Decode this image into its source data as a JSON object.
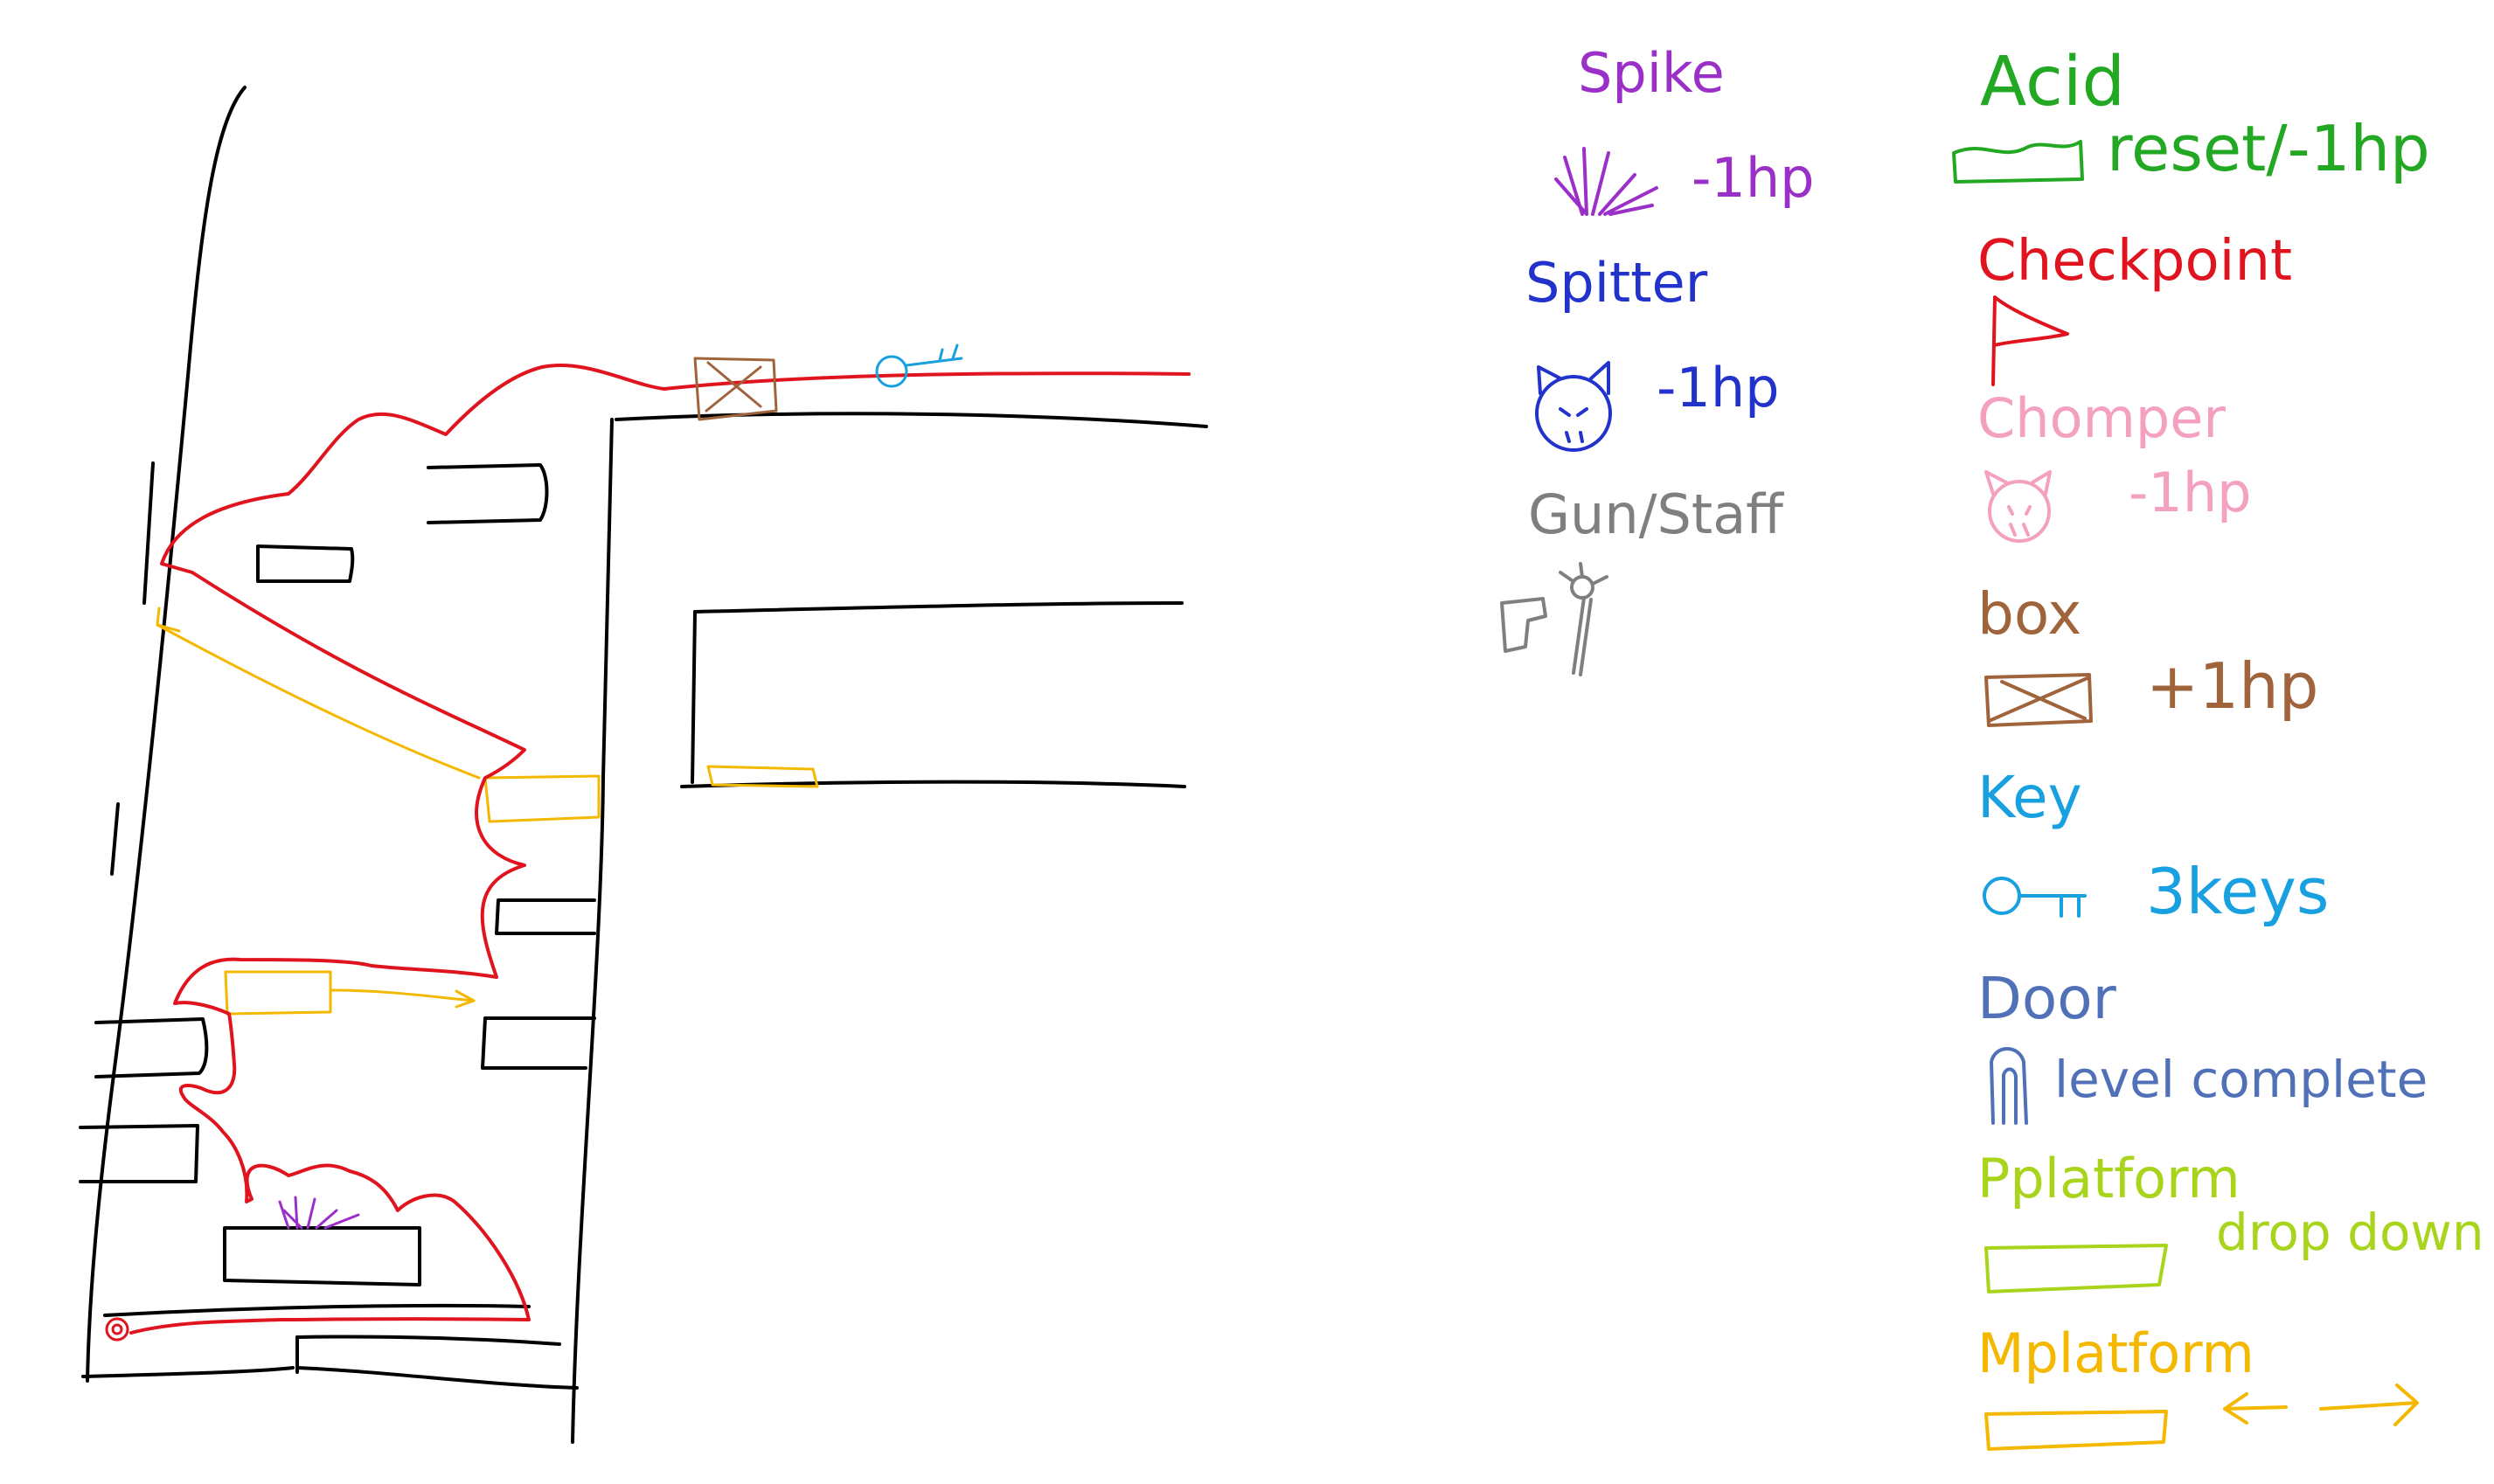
{
  "colors": {
    "wall": "#000000",
    "path": "#e0141e",
    "spike": "#9b30c8",
    "spitter": "#2233cc",
    "weapon": "#7f7f7f",
    "acid": "#22a822",
    "checkpoint": "#e0141e",
    "chomper": "#f4a0c0",
    "box": "#a0643c",
    "key": "#18a0e0",
    "door": "#5070b8",
    "p_platform": "#a8d41c",
    "m_platform": "#f5b800"
  },
  "legend_left": [
    {
      "id": "spike",
      "title": "Spike",
      "effect": "-1hp",
      "icon": "spike-icon"
    },
    {
      "id": "spitter",
      "title": "Spitter",
      "effect": "-1hp",
      "icon": "spitter-icon"
    },
    {
      "id": "weapon",
      "title": "Gun/Staff",
      "effect": "",
      "icon": "gun-staff-icon"
    }
  ],
  "legend_right": [
    {
      "id": "acid",
      "title": "Acid",
      "effect": "reset/-1hp",
      "icon": "acid-icon"
    },
    {
      "id": "checkpoint",
      "title": "Checkpoint",
      "effect": "",
      "icon": "flag-icon"
    },
    {
      "id": "chomper",
      "title": "Chomper",
      "effect": "-1hp",
      "icon": "chomper-icon"
    },
    {
      "id": "box",
      "title": "box",
      "effect": "+1hp",
      "icon": "box-icon"
    },
    {
      "id": "key",
      "title": "Key",
      "effect": "3keys",
      "icon": "key-icon"
    },
    {
      "id": "door",
      "title": "Door",
      "effect": "level complete",
      "icon": "door-icon"
    },
    {
      "id": "p_platform",
      "title": "Pplatform",
      "effect": "drop down",
      "icon": "platform-icon"
    },
    {
      "id": "m_platform",
      "title": "Mplatform",
      "effect": "",
      "icon": "moving-platform-icon"
    }
  ]
}
